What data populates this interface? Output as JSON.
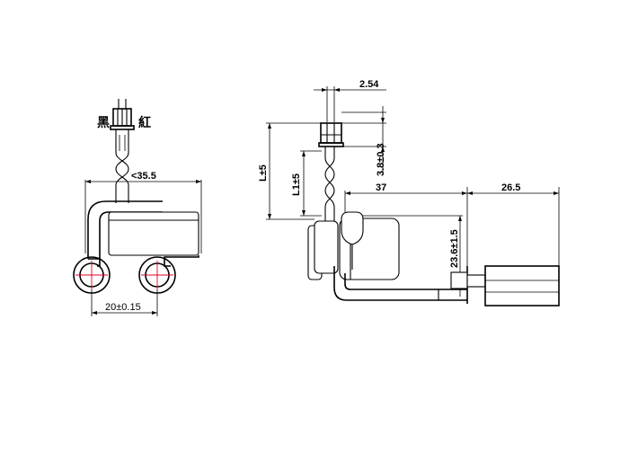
{
  "left_view": {
    "wire_black_label": "黑",
    "wire_red_label": "紅",
    "width_dim": "<35.5",
    "hole_spacing_dim": "20±0.15"
  },
  "right_view": {
    "pitch_dim": "2.54",
    "connector_height_dim": "3.8±0.3",
    "total_length_dim": "L±5",
    "twist_length_dim": "L1±5",
    "body_length_dim": "37",
    "tab_length_dim": "26.5",
    "body_height_dim": "23.6±1.5"
  },
  "colors": {
    "line": "#000000",
    "hole_mark": "#e0002a"
  }
}
